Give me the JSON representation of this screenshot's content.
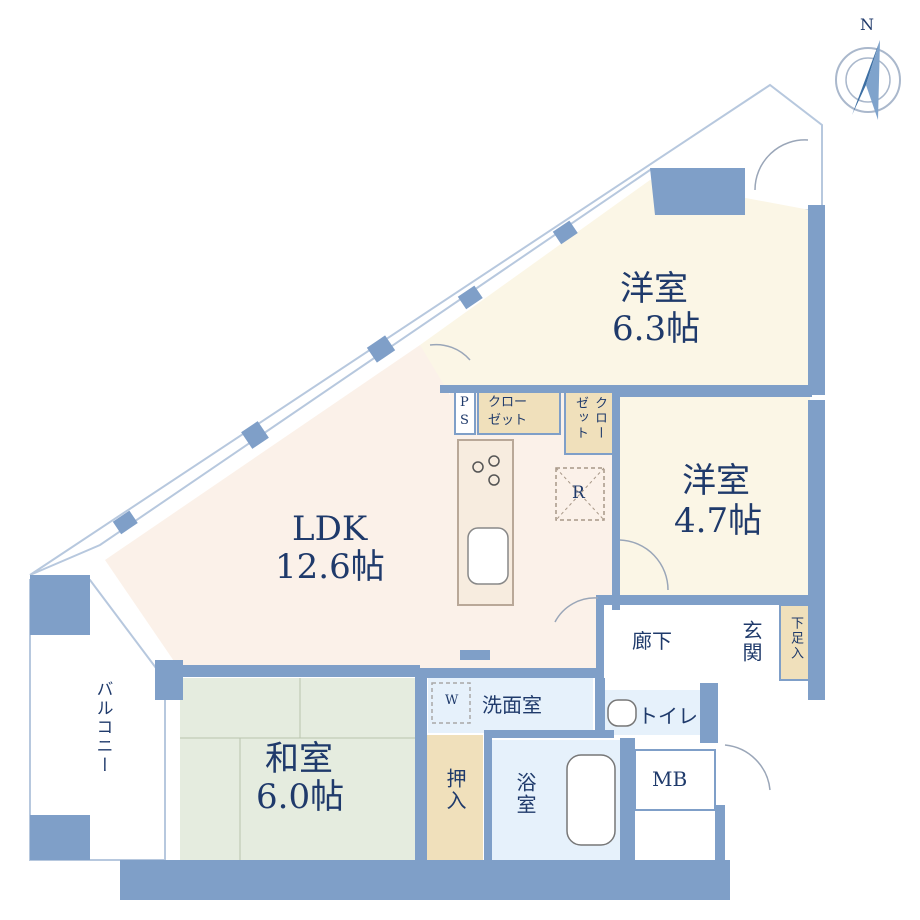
{
  "rooms": {
    "western1": {
      "name": "洋室",
      "size": "6.3帖"
    },
    "western2": {
      "name": "洋室",
      "size": "4.7帖"
    },
    "ldk": {
      "name": "LDK",
      "size": "12.6帖"
    },
    "washitsu": {
      "name": "和室",
      "size": "6.0帖"
    },
    "closet1_line1": "クロー",
    "closet1_line2": "ゼット",
    "closet2_col1": "クロー",
    "closet2_col2": "ゼット",
    "ps_p": "P",
    "ps_s": "S",
    "fridge": "R",
    "washer": "W",
    "washroom": "洗面室",
    "bath": "浴室",
    "toilet": "トイレ",
    "hallway": "廊下",
    "genkan": "玄関",
    "shoe": "下足入",
    "oshiire": "押入",
    "balcony": "バルコニー",
    "mb": "MB"
  },
  "compass": {
    "label": "N"
  },
  "colors": {
    "wall": "#7f9fc8",
    "ldk": "#fbf1e9",
    "western": "#fbf6e6",
    "washitsu": "#e5ecdf",
    "storage": "#f0e0bb",
    "wet": "#e6f1fb",
    "hall": "#ffffff",
    "text": "#1f3a6b"
  }
}
